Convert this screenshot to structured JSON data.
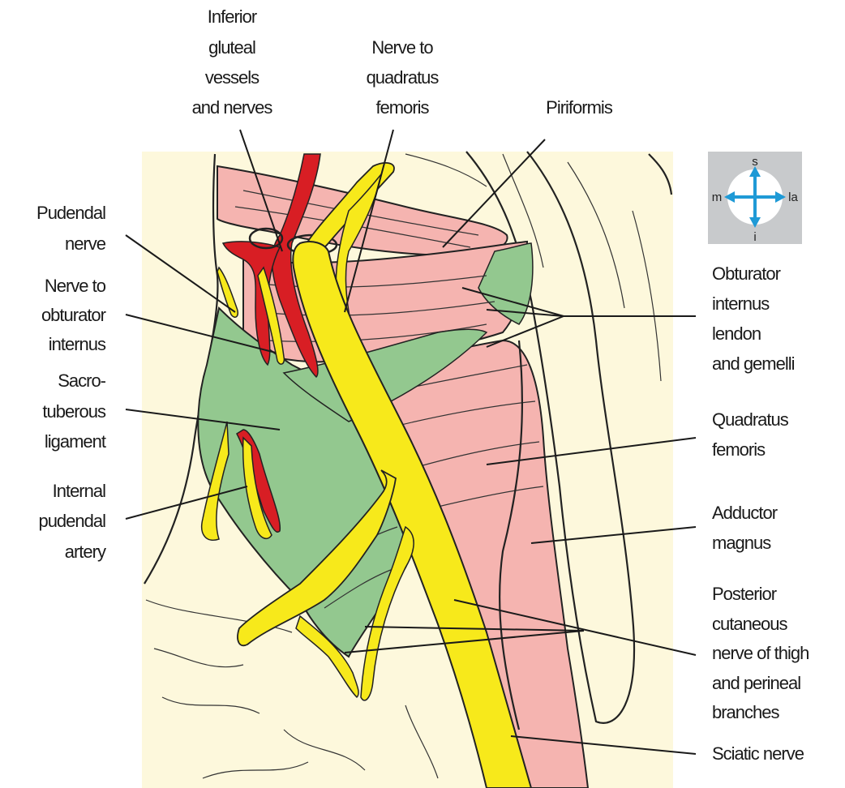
{
  "colors": {
    "background": "#fdf8dc",
    "muscle": "#f5b4b0",
    "ligament": "#93c88f",
    "nerve": "#f7e91b",
    "artery": "#d81e24",
    "compass_box": "#c8cacc",
    "compass_arrow": "#1f9ad6"
  },
  "labels": {
    "inferior_gluteal": [
      "Inferior",
      "gluteal",
      "vessels",
      "and nerves"
    ],
    "nerve_to_quadratus": [
      "Nerve to",
      "quadratus",
      "femoris"
    ],
    "piriformis": [
      "Piriformis"
    ],
    "pudendal_nerve": [
      "Pudendal",
      "nerve"
    ],
    "nerve_to_obturator": [
      "Nerve to",
      "obturator",
      "internus"
    ],
    "sacrotuberous": [
      "Sacro-",
      "tuberous",
      "ligament"
    ],
    "internal_pudendal": [
      "Internal",
      "pudendal",
      "artery"
    ],
    "obturator_internus": [
      "Obturator",
      "internus",
      "lendon",
      "and gemelli"
    ],
    "quadratus_femoris": [
      "Quadratus",
      "femoris"
    ],
    "adductor_magnus": [
      "Adductor",
      "magnus"
    ],
    "posterior_cutaneous": [
      "Posterior",
      "cutaneous",
      "nerve of thigh",
      "and perineal",
      "branches"
    ],
    "sciatic_nerve": [
      "Sciatic nerve"
    ]
  },
  "compass": {
    "top": "s",
    "bottom": "i",
    "left": "m",
    "right": "la"
  },
  "icons": {
    "compass": "orientation-compass-icon"
  }
}
